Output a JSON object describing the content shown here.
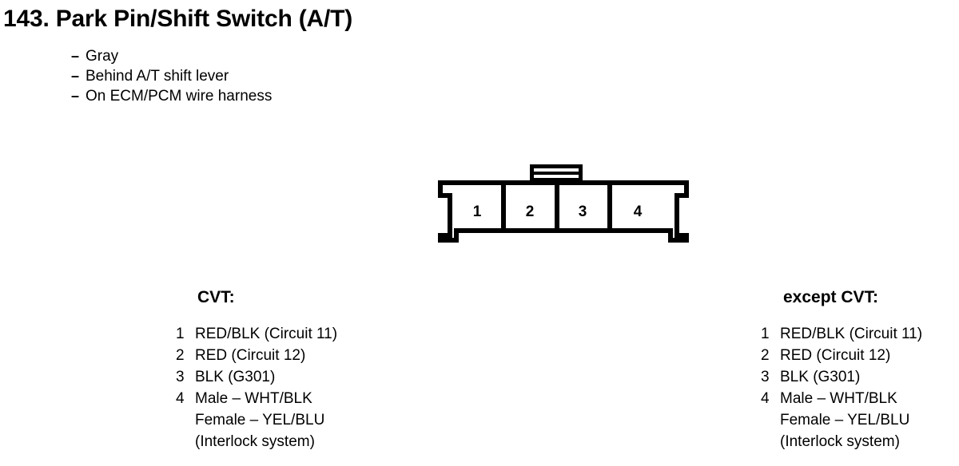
{
  "document": {
    "section_number": "143.",
    "title": "143. Park Pin/Shift Switch (A/T)",
    "notes": [
      {
        "dash": "–",
        "text": "Gray"
      },
      {
        "dash": "–",
        "text": "Behind A/T shift lever"
      },
      {
        "dash": "–",
        "text": "On ECM/PCM wire harness"
      }
    ]
  },
  "connector": {
    "name": "4-pin connector face view",
    "pin_count": 4,
    "pins": [
      "1",
      "2",
      "3",
      "4"
    ],
    "latch": "locking-tab-top-center",
    "stroke_color": "#000000",
    "fill_color": "#ffffff"
  },
  "legends": [
    {
      "heading": "CVT:",
      "rows": [
        {
          "num": "1",
          "lines": [
            "RED/BLK (Circuit 11)"
          ]
        },
        {
          "num": "2",
          "lines": [
            "RED (Circuit 12)"
          ]
        },
        {
          "num": "3",
          "lines": [
            "BLK (G301)"
          ]
        },
        {
          "num": "4",
          "lines": [
            "Male – WHT/BLK",
            "Female – YEL/BLU",
            "(Interlock system)"
          ]
        }
      ]
    },
    {
      "heading": "except CVT:",
      "rows": [
        {
          "num": "1",
          "lines": [
            "RED/BLK (Circuit 11)"
          ]
        },
        {
          "num": "2",
          "lines": [
            "RED (Circuit 12)"
          ]
        },
        {
          "num": "3",
          "lines": [
            "BLK (G301)"
          ]
        },
        {
          "num": "4",
          "lines": [
            "Male – WHT/BLK",
            "Female – YEL/BLU",
            "(Interlock system)"
          ]
        }
      ]
    }
  ]
}
